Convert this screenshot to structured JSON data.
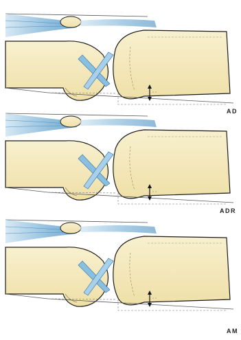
{
  "figure": {
    "panels": [
      {
        "label": "AD",
        "description_icon": "knee-joint-anterior-drawer"
      },
      {
        "label": "ADR",
        "description_icon": "knee-joint-anterior-drawer-rotation"
      },
      {
        "label": "AM",
        "description_icon": "knee-joint-anteromedial"
      }
    ]
  },
  "colors": {
    "bone_fill": "#f6ecc2",
    "bone_outline": "#1a1a1a",
    "tendon_blue": "#7fb4d8",
    "tendon_light": "#cfe5f2",
    "ligament_blue": "#5f9cc9",
    "line_gray": "#555555"
  }
}
